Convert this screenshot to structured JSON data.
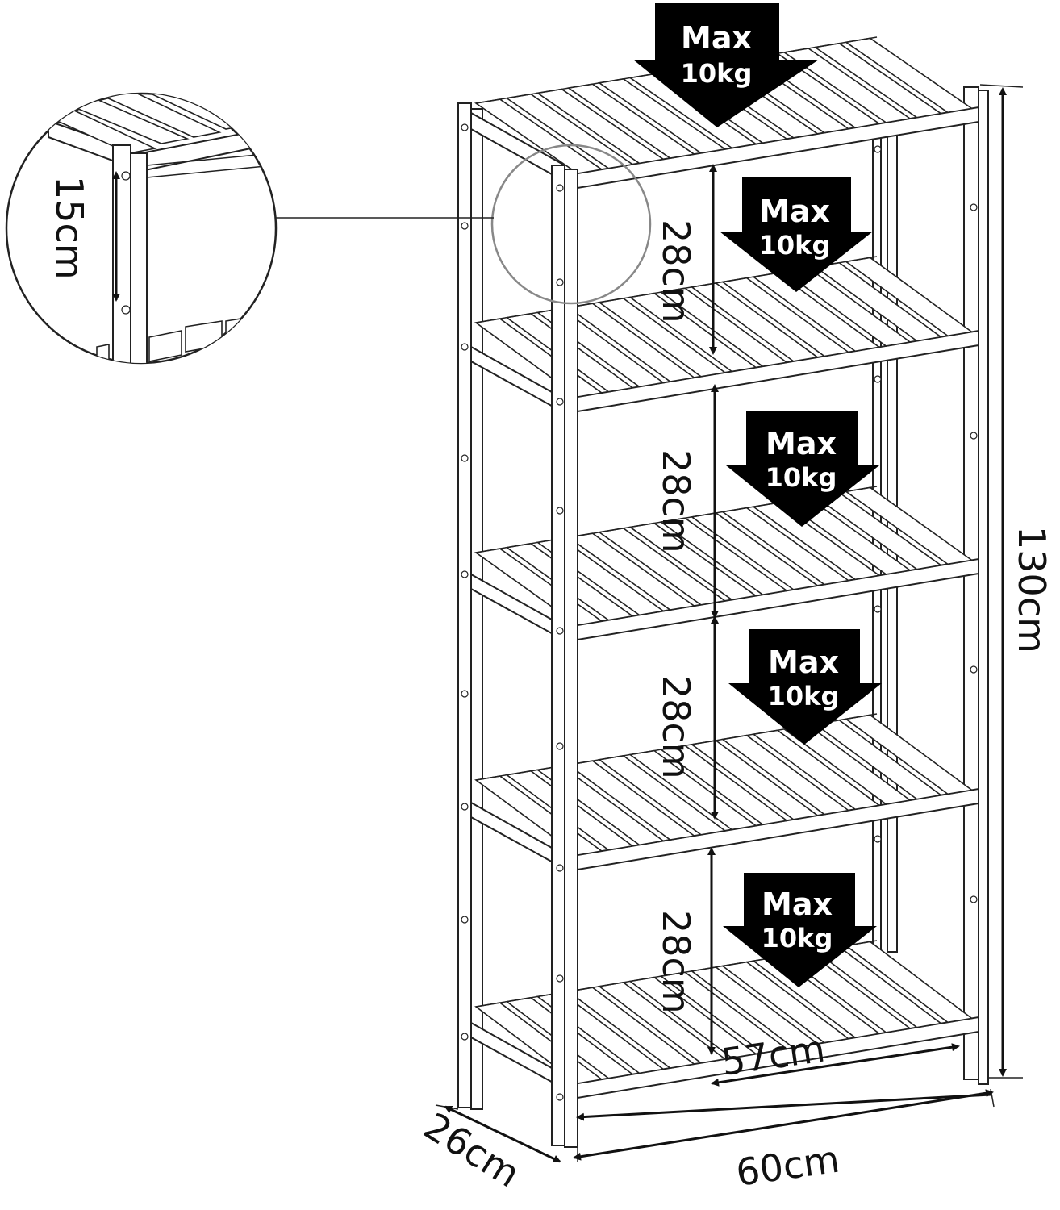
{
  "product": "5-tier slatted shelf unit",
  "dimensions": {
    "height": "130cm",
    "width_outer": "60cm",
    "width_inner": "57cm",
    "depth": "26cm",
    "shelf_spacing": [
      "28cm",
      "28cm",
      "28cm",
      "28cm"
    ],
    "detail_gap": "15cm"
  },
  "load_labels": [
    {
      "line1": "Max",
      "line2": "10kg"
    },
    {
      "line1": "Max",
      "line2": "10kg"
    },
    {
      "line1": "Max",
      "line2": "10kg"
    },
    {
      "line1": "Max",
      "line2": "10kg"
    },
    {
      "line1": "Max",
      "line2": "10kg"
    }
  ],
  "colors": {
    "line": "#222222",
    "arrow_fill": "#000000",
    "background": "#ffffff"
  }
}
